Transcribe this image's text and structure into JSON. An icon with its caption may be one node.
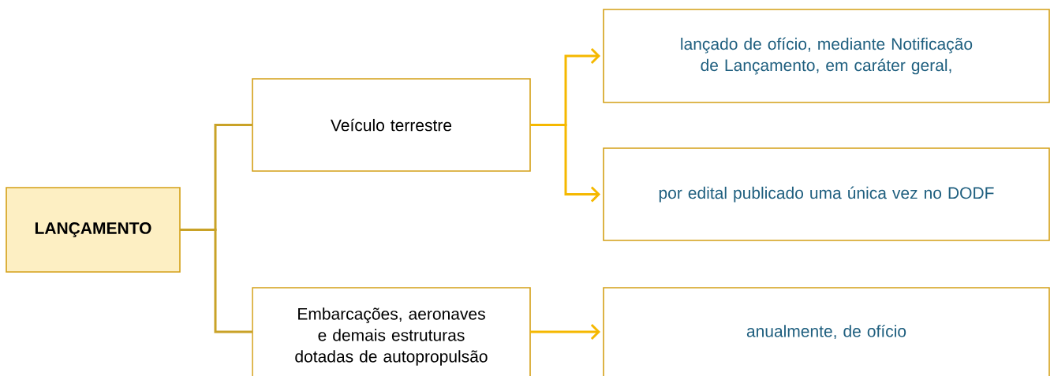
{
  "diagram": {
    "nodes": [
      {
        "text": [
          "LANÇAMENTO"
        ]
      },
      {
        "text": [
          "Veículo terrestre"
        ]
      },
      {
        "text": [
          "Embarcações, aeronaves e demais estruturas dotadas de autopropulsão"
        ]
      },
      {
        "text": [
          "lançado de ofício, mediante Notificação de Lançamento, em caráter geral,"
        ]
      },
      {
        "text": [
          "por edital publicado uma única vez no DODF"
        ]
      },
      {
        "text": [
          "anualmente, de ofício"
        ]
      }
    ],
    "edges": [
      {
        "from": 0,
        "to": 1,
        "arrow": "none",
        "color": "#c9a227"
      },
      {
        "from": 0,
        "to": 2,
        "arrow": "none",
        "color": "#c9a227"
      },
      {
        "from": 1,
        "to": 3,
        "arrow": "to"
      },
      {
        "from": 1,
        "to": 4,
        "arrow": "to"
      },
      {
        "from": 2,
        "to": 5,
        "arrow": "to"
      }
    ]
  }
}
